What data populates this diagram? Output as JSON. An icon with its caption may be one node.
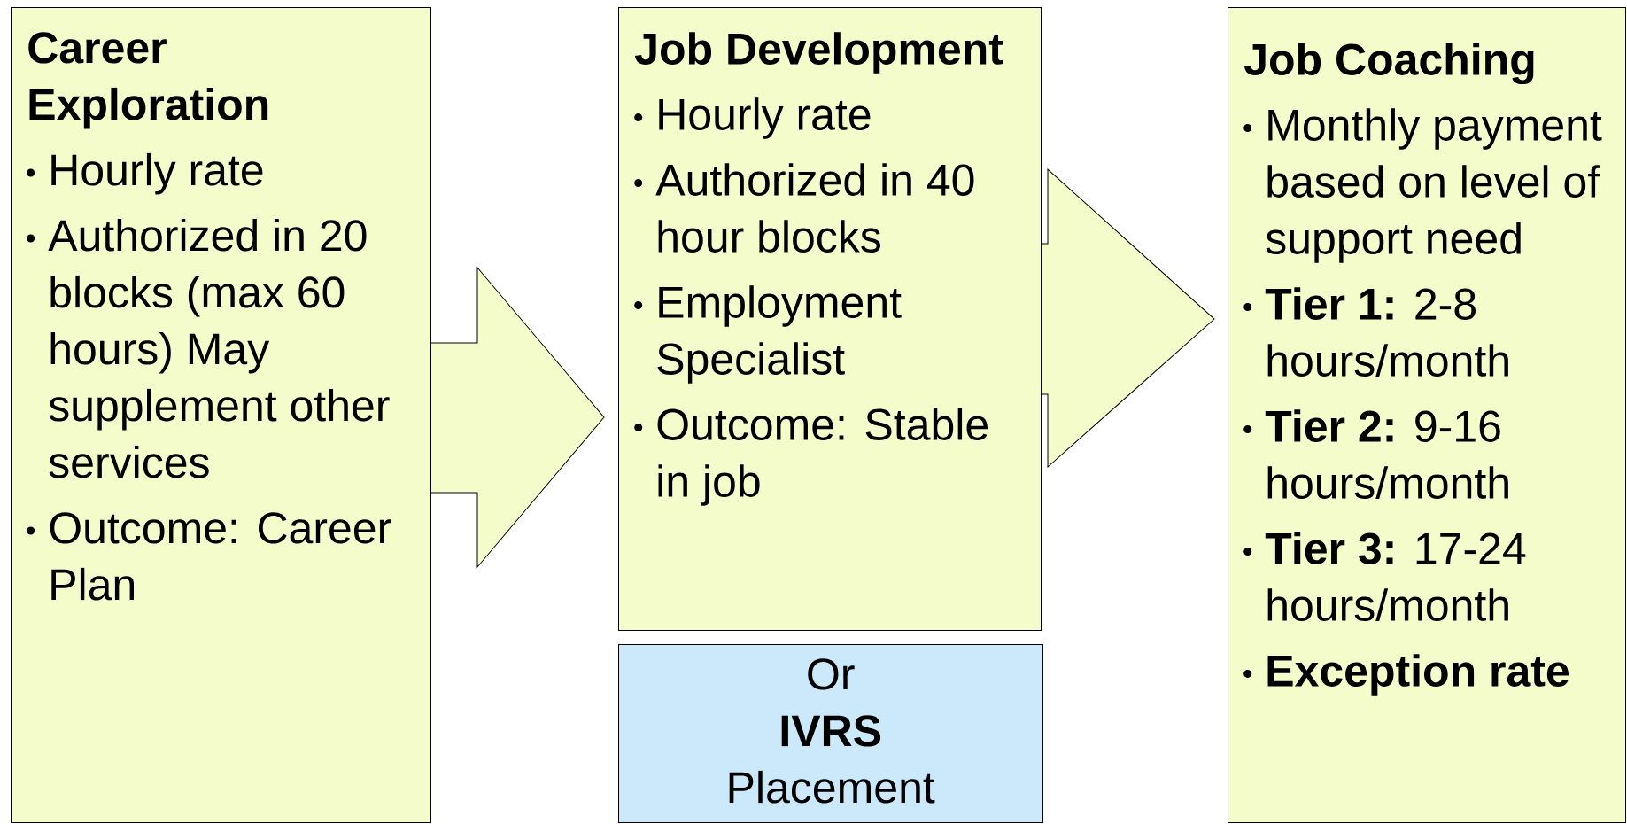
{
  "diagram": {
    "nodes": [
      {
        "text": [
          "Career Exploration",
          "Hourly rate",
          "Authorized in 20 blocks (max 60 hours) May supplement other services",
          "Outcome: Career Plan"
        ]
      },
      {
        "text": [
          "Job Development",
          "Hourly rate",
          "Authorized in 40 hour blocks",
          "Employment Specialist",
          "Outcome: Stable in job"
        ]
      },
      {
        "text": [
          "Or",
          "IVRS",
          "Placement"
        ]
      },
      {
        "text": [
          "Job Coaching",
          "Monthly payment based on level of support need",
          "**Tier 1:** 2-8 hours/month",
          "**Tier 2:** 9-16 hours/month",
          "**Tier 3:** 17-24 hours/month",
          "**Exception rate**"
        ]
      }
    ],
    "edges": [
      {
        "from": 0,
        "to": 1,
        "arrow": "to"
      },
      {
        "from": 1,
        "to": 3,
        "arrow": "to"
      }
    ]
  }
}
